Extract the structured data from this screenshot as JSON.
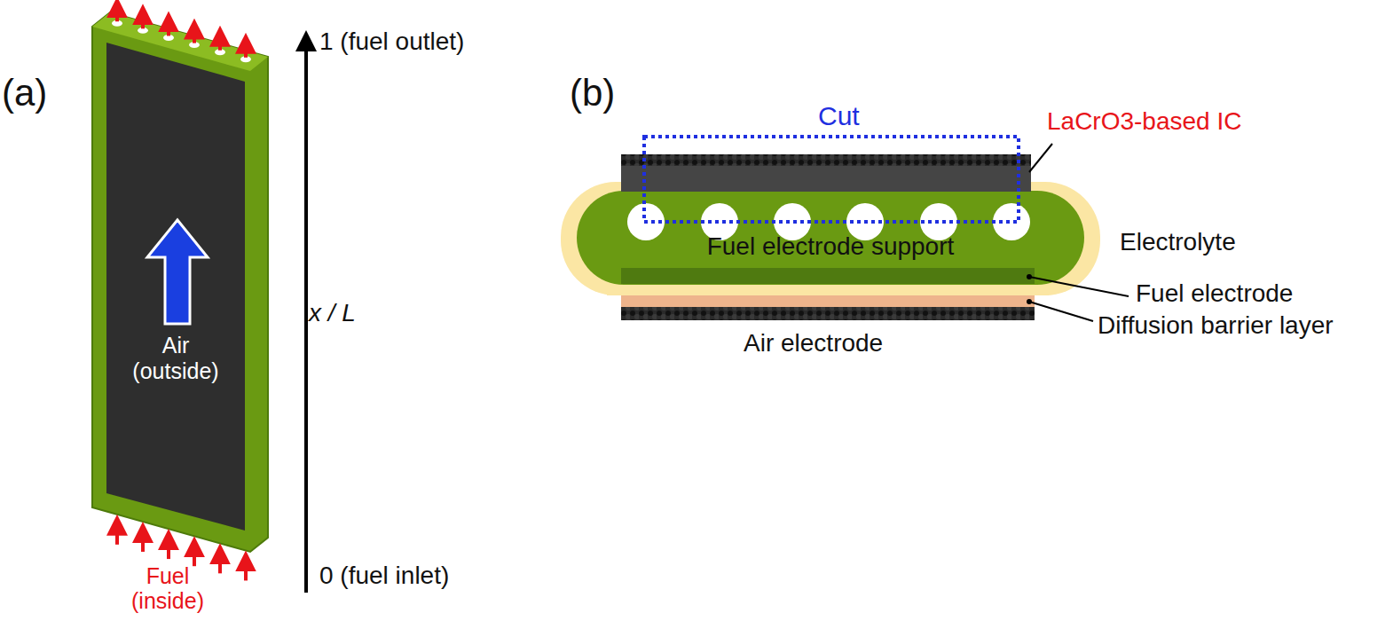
{
  "diagram": {
    "nodes": [
      {
        "text": [
          "Air (outside)"
        ]
      },
      {
        "text": [
          "Fuel electrode support"
        ]
      }
    ],
    "labels": [
      "(a)",
      "1 (fuel outlet)",
      "x / L",
      "0 (fuel inlet)",
      "Fuel (inside)",
      "(b)",
      "Cut",
      "LaCrO3-based IC",
      "Electrolyte",
      "Fuel electrode",
      "Diffusion barrier layer",
      "Air electrode"
    ]
  }
}
